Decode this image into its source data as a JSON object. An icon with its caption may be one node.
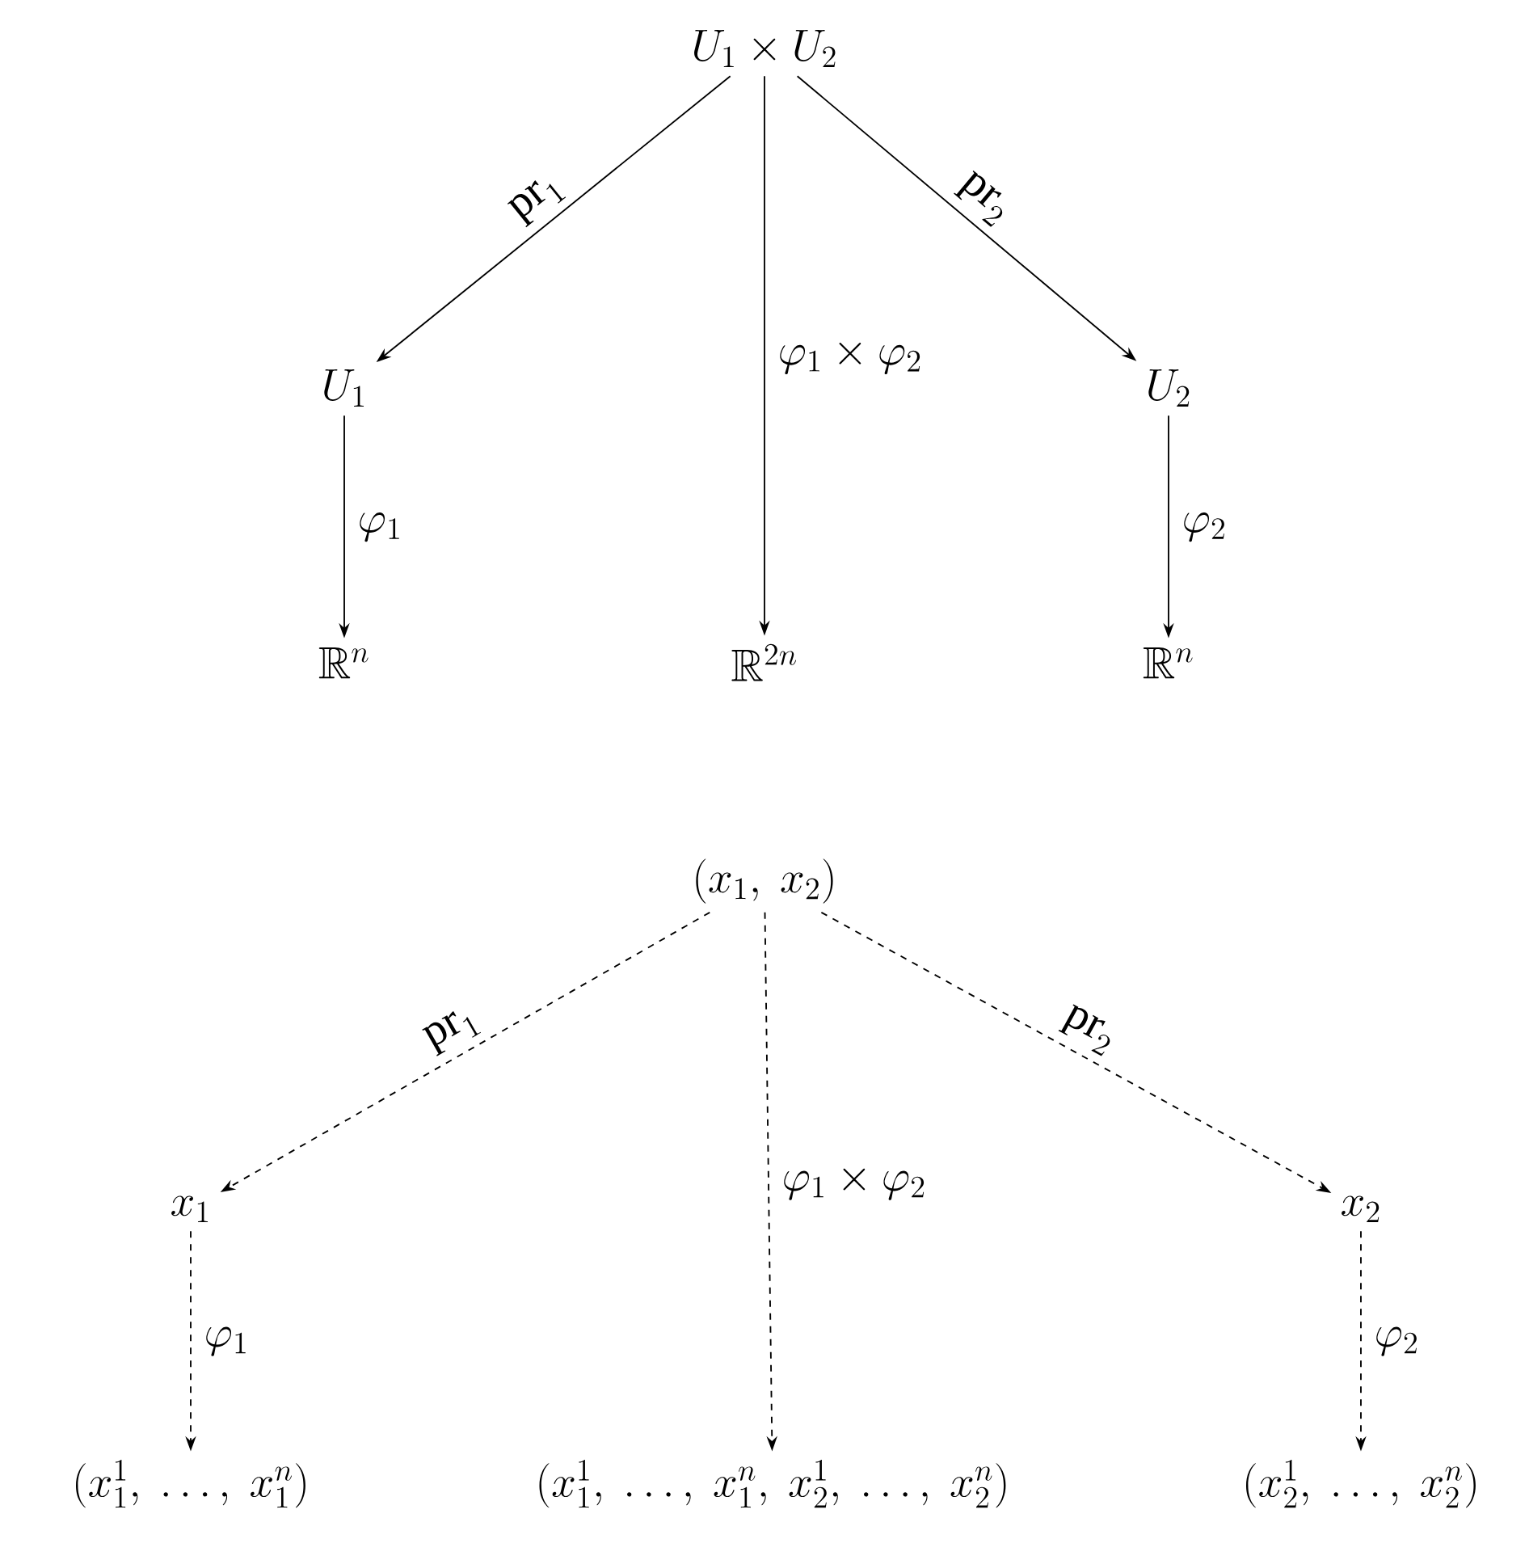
{
  "diagram": {
    "nodes": [
      {
        "text": [
          "U_1 \\times U_2"
        ]
      },
      {
        "text": [
          "U_1"
        ]
      },
      {
        "text": [
          "U_2"
        ]
      },
      {
        "text": [
          "\\mathbb{R}^n"
        ]
      },
      {
        "text": [
          "\\mathbb{R}^{2n}"
        ]
      },
      {
        "text": [
          "\\mathbb{R}^n"
        ]
      },
      {
        "text": [
          "(x_1,\\ x_2)"
        ]
      },
      {
        "text": [
          "x_1"
        ]
      },
      {
        "text": [
          "x_2"
        ]
      },
      {
        "text": [
          "(x_1^1,\\ \\ldots,\\ x_1^n)"
        ]
      },
      {
        "text": [
          "(x_1^1,\\ \\ldots,\\ x_1^n,\\ x_2^1,\\ \\ldots,\\ x_2^n)"
        ]
      },
      {
        "text": [
          "(x_2^1,\\ \\ldots,\\ x_2^n)"
        ]
      }
    ],
    "edges": [
      {
        "from": 0,
        "to": 1,
        "arrow": "to",
        "label": "\\mathrm{pr}_1"
      },
      {
        "from": 0,
        "to": 4,
        "arrow": "to",
        "label": "\\varphi_1 \\times \\varphi_2"
      },
      {
        "from": 0,
        "to": 2,
        "arrow": "to",
        "label": "\\mathrm{pr}_2"
      },
      {
        "from": 1,
        "to": 3,
        "arrow": "to",
        "label": "\\varphi_1"
      },
      {
        "from": 2,
        "to": 5,
        "arrow": "to",
        "label": "\\varphi_2"
      },
      {
        "from": 6,
        "to": 7,
        "arrow": "to",
        "label": "\\mathrm{pr}_1",
        "style": "dashed"
      },
      {
        "from": 6,
        "to": 10,
        "arrow": "to",
        "label": "\\varphi_1 \\times \\varphi_2",
        "style": "dashed"
      },
      {
        "from": 6,
        "to": 8,
        "arrow": "to",
        "label": "\\mathrm{pr}_2",
        "style": "dashed"
      },
      {
        "from": 7,
        "to": 9,
        "arrow": "to",
        "label": "\\varphi_1",
        "style": "dashed"
      },
      {
        "from": 8,
        "to": 11,
        "arrow": "to",
        "label": "\\varphi_2",
        "style": "dashed"
      }
    ]
  }
}
